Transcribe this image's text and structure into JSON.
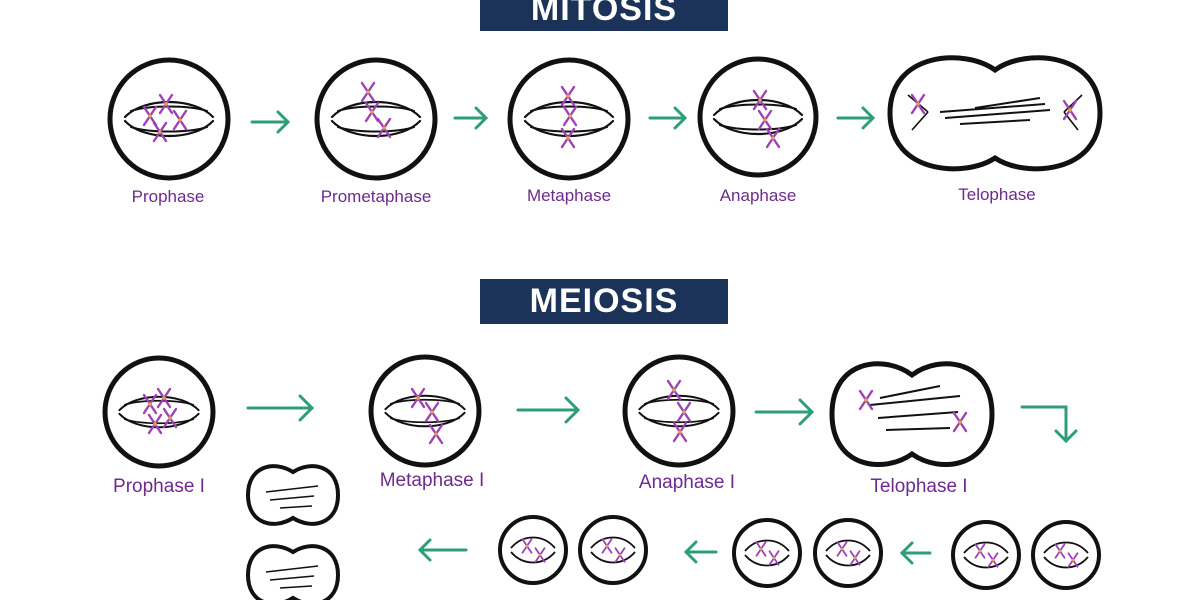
{
  "titles": {
    "mitosis": "MITOSIS",
    "meiosis": "MEIOSIS"
  },
  "mitosis": {
    "stages": [
      {
        "name": "Prophase",
        "icon": "cell-prophase-icon"
      },
      {
        "name": "Prometaphase",
        "icon": "cell-prometaphase-icon"
      },
      {
        "name": "Metaphase",
        "icon": "cell-metaphase-icon"
      },
      {
        "name": "Anaphase",
        "icon": "cell-anaphase-icon"
      },
      {
        "name": "Telophase",
        "icon": "cell-telophase-icon"
      }
    ]
  },
  "meiosis": {
    "stages": [
      {
        "name": "Prophase I",
        "icon": "cell-prophase-icon"
      },
      {
        "name": "Metaphase I",
        "icon": "cell-metaphase-icon"
      },
      {
        "name": "Anaphase I",
        "icon": "cell-anaphase-icon"
      },
      {
        "name": "Telophase I",
        "icon": "cell-telophase-icon"
      }
    ]
  },
  "colors": {
    "banner": "#1b3358",
    "arrow": "#2e9e7a",
    "chromosome": "#a040b8",
    "centromere": "#d6a845",
    "outline": "#111111",
    "label": "#6e2a8e"
  }
}
